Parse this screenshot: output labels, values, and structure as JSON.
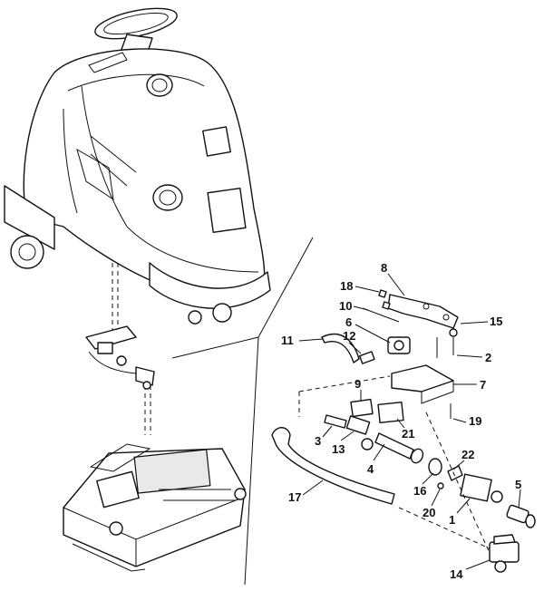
{
  "callouts": [
    {
      "id": "c8",
      "label": "8"
    },
    {
      "id": "c18",
      "label": "18"
    },
    {
      "id": "c10",
      "label": "10"
    },
    {
      "id": "c6",
      "label": "6"
    },
    {
      "id": "c15",
      "label": "15"
    },
    {
      "id": "c11",
      "label": "11"
    },
    {
      "id": "c12",
      "label": "12"
    },
    {
      "id": "c2",
      "label": "2"
    },
    {
      "id": "c9",
      "label": "9"
    },
    {
      "id": "c7",
      "label": "7"
    },
    {
      "id": "c19",
      "label": "19"
    },
    {
      "id": "c21",
      "label": "21"
    },
    {
      "id": "c3",
      "label": "3"
    },
    {
      "id": "c13",
      "label": "13"
    },
    {
      "id": "c4",
      "label": "4"
    },
    {
      "id": "c22",
      "label": "22"
    },
    {
      "id": "c16",
      "label": "16"
    },
    {
      "id": "c5",
      "label": "5"
    },
    {
      "id": "c17",
      "label": "17"
    },
    {
      "id": "c20",
      "label": "20"
    },
    {
      "id": "c1",
      "label": "1"
    },
    {
      "id": "c14",
      "label": "14"
    }
  ]
}
